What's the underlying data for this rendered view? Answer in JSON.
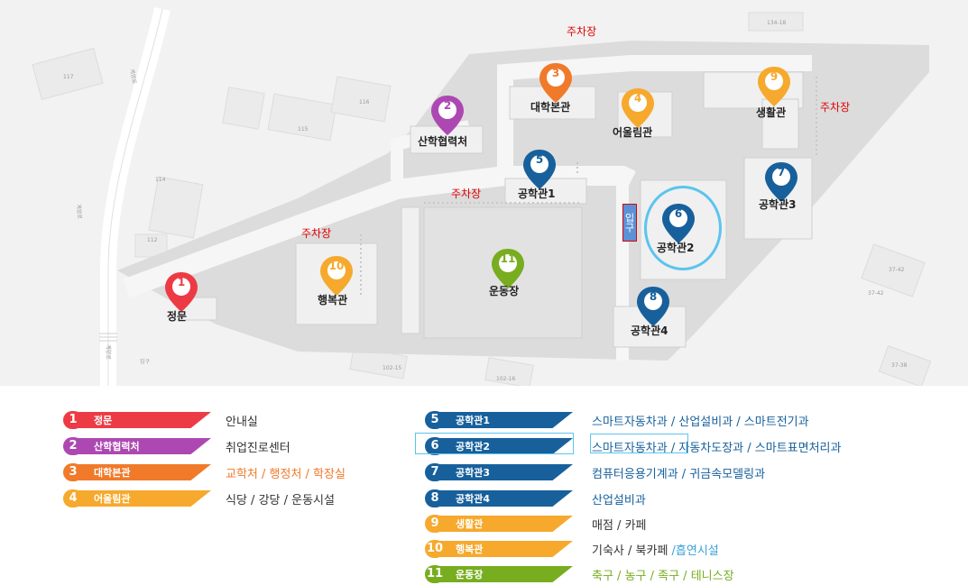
{
  "map": {
    "pins": [
      {
        "num": "1",
        "label": "정문",
        "color": "#ed3b45"
      },
      {
        "num": "2",
        "label": "산학협력처",
        "color": "#ad48b2"
      },
      {
        "num": "3",
        "label": "대학본관",
        "color": "#f07a2a"
      },
      {
        "num": "4",
        "label": "어울림관",
        "color": "#f6a92c"
      },
      {
        "num": "5",
        "label": "공학관1",
        "color": "#17609c"
      },
      {
        "num": "6",
        "label": "공학관2",
        "color": "#17609c"
      },
      {
        "num": "7",
        "label": "공학관3",
        "color": "#17609c"
      },
      {
        "num": "8",
        "label": "공학관4",
        "color": "#17609c"
      },
      {
        "num": "9",
        "label": "생활관",
        "color": "#f6a92c"
      },
      {
        "num": "10",
        "label": "행복관",
        "color": "#f6a92c"
      },
      {
        "num": "11",
        "label": "운동장",
        "color": "#77ad1f"
      }
    ],
    "parking_label": "주차장",
    "entrance_label": "입구",
    "plot_numbers": [
      "117",
      "114",
      "116",
      "115",
      "112",
      "134-18",
      "37-42",
      "37-42",
      "37-38",
      "102-15",
      "102-16",
      "입구"
    ],
    "road_label": "계양로"
  },
  "legend": {
    "left": [
      {
        "num": "1",
        "name": "정문",
        "desc": "안내실",
        "color": "#ed3b45",
        "desc_color": "#333333"
      },
      {
        "num": "2",
        "name": "산학협력처",
        "desc": "취업진로센터",
        "color": "#ad48b2",
        "desc_color": "#333333"
      },
      {
        "num": "3",
        "name": "대학본관",
        "desc": "교학처 / 행정처 / 학장실",
        "color": "#f07a2a",
        "desc_color": "#f07a2a"
      },
      {
        "num": "4",
        "name": "어울림관",
        "desc": "식당 / 강당 / 운동시설",
        "color": "#f6a92c",
        "desc_color": "#333333"
      }
    ],
    "right": [
      {
        "num": "5",
        "name": "공학관1",
        "desc": "스마트자동차과 / 산업설비과 / 스마트전기과",
        "color": "#17609c",
        "desc_color": "#17609c"
      },
      {
        "num": "6",
        "name": "공학관2",
        "desc_first": "스마트자동차과",
        "desc_rest": " / 자동차도장과 / 스마트표면처리과",
        "color": "#17609c",
        "desc_color": "#17609c"
      },
      {
        "num": "7",
        "name": "공학관3",
        "desc": "컴퓨터응용기계과 / 귀금속모델링과",
        "color": "#17609c",
        "desc_color": "#17609c"
      },
      {
        "num": "8",
        "name": "공학관4",
        "desc": "산업설비과",
        "color": "#17609c",
        "desc_color": "#17609c"
      },
      {
        "num": "9",
        "name": "생활관",
        "desc": "매점 / 카페",
        "color": "#f6a92c",
        "desc_color": "#333333"
      },
      {
        "num": "10",
        "name": "행복관",
        "desc": "기숙사 / 북카페",
        "desc_extra": " /흡연시설",
        "extra_color": "#3aa0d8",
        "color": "#f6a92c",
        "desc_color": "#333333"
      },
      {
        "num": "11",
        "name": "운동장",
        "desc": "축구 / 농구 / 족구 / 테니스장",
        "color": "#77ad1f",
        "desc_color": "#77ad1f"
      }
    ]
  }
}
